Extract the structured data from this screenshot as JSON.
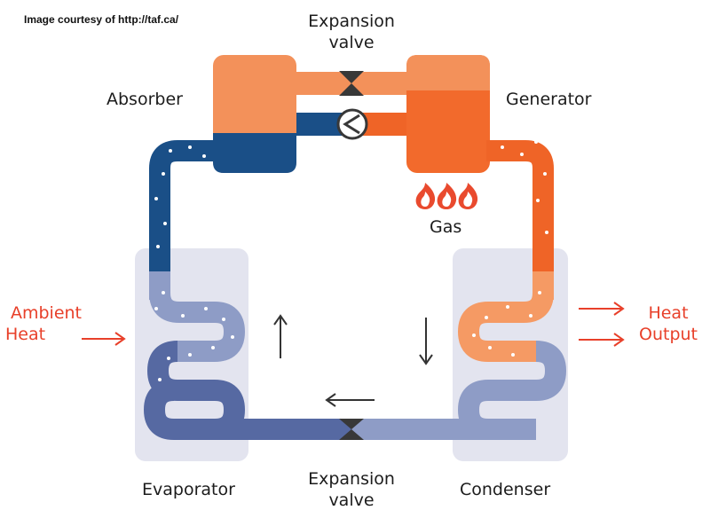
{
  "credit": "Image courtesy of http://taf.ca/",
  "labels": {
    "expansion_valve_top": [
      "Expansion",
      "valve"
    ],
    "absorber": "Absorber",
    "generator": "Generator",
    "gas": "Gas",
    "ambient_heat": [
      "Ambient",
      "Heat"
    ],
    "heat_output": [
      "Heat",
      "Output"
    ],
    "evaporator": "Evaporator",
    "expansion_valve_bottom": [
      "Expansion",
      "valve"
    ],
    "condenser": "Condenser"
  },
  "colors": {
    "absorber_orange": "#f3915a",
    "generator_orange": "#f26a2c",
    "absorber_blue": "#1a4f87",
    "pipe_blue": "#1a4f87",
    "pipe_orange": "#ef6427",
    "coil_light_blue": "#8e9cc6",
    "coil_mid_blue": "#5669a2",
    "coil_light_orange": "#f59a64",
    "panel": "#e3e4ef",
    "accent_red": "#e8402a",
    "valve": "#383838"
  },
  "icons": {
    "flames": "flame-icon",
    "valves": "valve-icon",
    "pump": "pump-icon",
    "arrows": [
      "arrow-up-icon",
      "arrow-down-icon",
      "arrow-left-icon",
      "arrow-right-icon"
    ]
  }
}
